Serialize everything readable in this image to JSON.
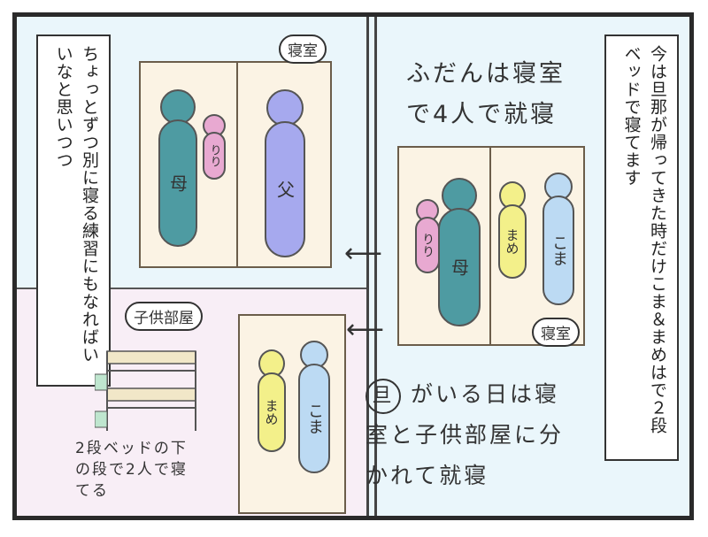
{
  "narration": {
    "right_box": "今は旦那が帰ってきた時だけこま＆まめはで２段ベッドで寝てます",
    "left_box": "ちょっとずつ別に寝る練習にもなればいいなと思いつつ"
  },
  "captions": {
    "usual": "ふだんは寝室で4人で就寝",
    "dan_day": "がいる日は寝室と子供部屋に分かれて就寝",
    "dan_circle": "旦",
    "bunk_note": "2段ベッドの下の段で2人で寝てる"
  },
  "room_labels": {
    "bedroom_right": "寝室",
    "bedroom_left": "寝室",
    "kids_room": "子供部屋"
  },
  "people": {
    "right_room": [
      "りり",
      "母",
      "まめ",
      "こま"
    ],
    "left_room": [
      "母",
      "りり",
      "父"
    ],
    "kids_room": [
      "まめ",
      "こま"
    ]
  },
  "colors": {
    "mother": "#4e9ba2",
    "father": "#a6a9ee",
    "riri": "#e8a9d1",
    "mame": "#f3f08a",
    "koma": "#bcdaf3",
    "panel_bg": "#eaf6fb",
    "kids_bg": "#f8eef6"
  }
}
